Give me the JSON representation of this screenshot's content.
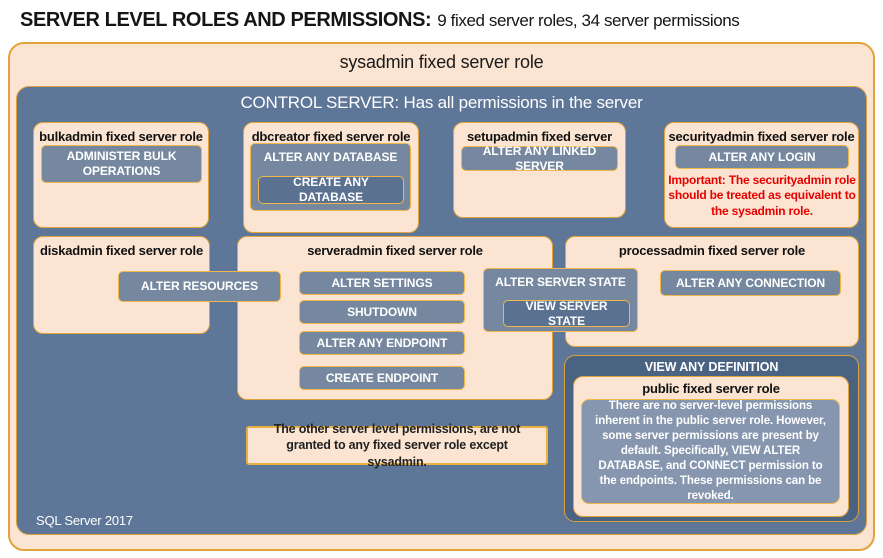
{
  "page": {
    "title_bold": "SERVER LEVEL ROLES AND PERMISSIONS:",
    "title_rest": "9 fixed server roles, 34 server permissions",
    "footer": "SQL Server 2017"
  },
  "sysadmin": {
    "label": "sysadmin fixed server role"
  },
  "control_server": {
    "label": "CONTROL SERVER: Has all permissions in the server"
  },
  "roles": {
    "bulkadmin": {
      "title": "bulkadmin fixed server role",
      "perm1": "ADMINISTER  BULK OPERATIONS"
    },
    "dbcreator": {
      "title": "dbcreator fixed server role",
      "perm1": "ALTER ANY DATABASE",
      "perm2": "CREATE  ANY DATABASE"
    },
    "setupadmin": {
      "title": "setupadmin fixed server role",
      "perm1": "ALTER ANY LINKED SERVER"
    },
    "securityadmin": {
      "title": "securityadmin fixed server role",
      "perm1": "ALTER ANY LOGIN",
      "note": "Important:  The securityadmin role should  be treated as equivalent to the  sysadmin role."
    },
    "diskadmin": {
      "title": "diskadmin fixed server role",
      "perm1": "ALTER RESOURCES"
    },
    "serveradmin": {
      "title": "serveradmin fixed server role",
      "perm1": "ALTER SETTINGS",
      "perm2": "SHUTDOWN",
      "perm3": "ALTER ANY ENDPOINT",
      "perm4": "CREATE  ENDPOINT",
      "perm5": "ALTER SERVER  STATE",
      "perm6": "VIEW SERVER  STATE"
    },
    "processadmin": {
      "title": "processadmin fixed server role",
      "perm1": "ALTER ANY CONNECTION"
    },
    "public": {
      "container": "VIEW ANY DEFINITION",
      "title": "public fixed server role",
      "description": "There are no server-level permissions inherent in the public server role. However, some server permissions are present by default. Specifically, VIEW ALTER DATABASE, and CONNECT permission to the endpoints. These permissions can be revoked."
    }
  },
  "notes": {
    "other_permissions": "The other server level permissions,  are not granted to any fixed server role except sysadmin."
  },
  "colors": {
    "peach": "#FBE5D2",
    "gold_border": "#E2A33B",
    "gold_border_light": "#EFB64A",
    "control_blue": "#5E7697",
    "perm_bar_blue": "#76889F",
    "perm_bar_dark": "#5A7191",
    "definition_navy": "#4B6383",
    "public_desc_blue": "#8796AF",
    "important_red": "#E80000"
  }
}
